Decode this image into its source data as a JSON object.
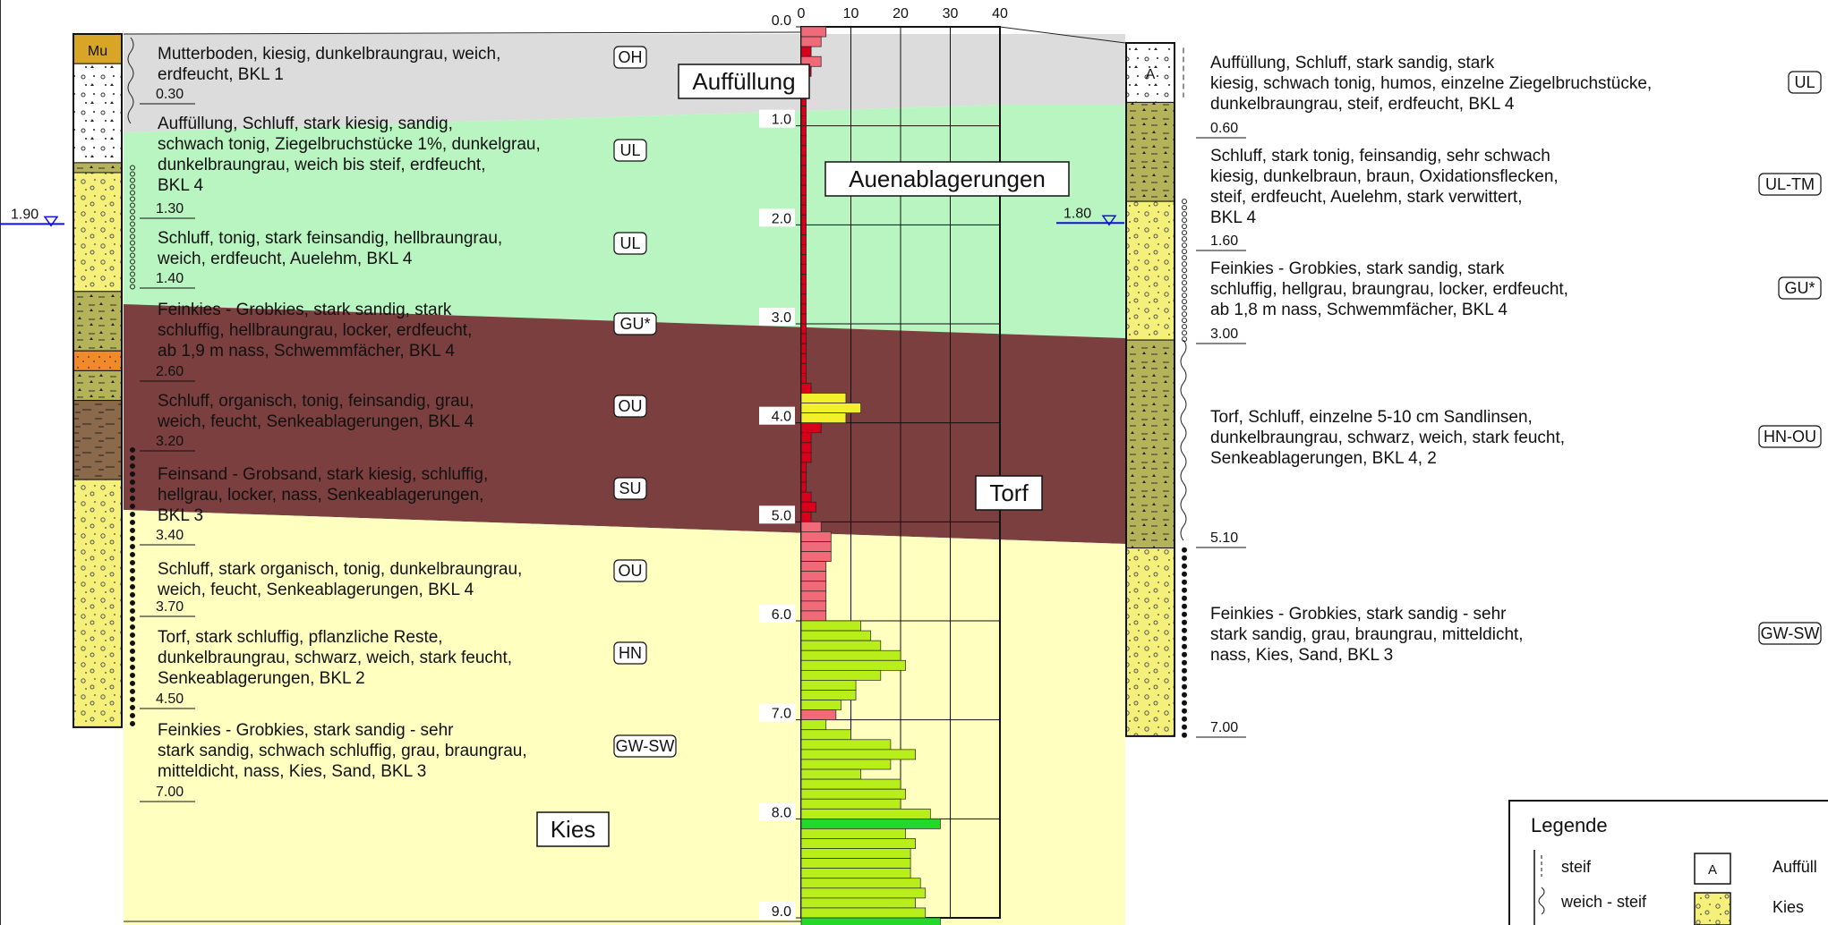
{
  "left_profile": {
    "water_level": "1.90",
    "log_symbol": "Mu",
    "layers": [
      {
        "lines": [
          "Mutterboden, kiesig, dunkelbraungrau, weich,",
          "erdfeucht, BKL 1"
        ],
        "code": "OH",
        "depth": "0.30"
      },
      {
        "lines": [
          "Auffüllung, Schluff, stark kiesig, sandig,",
          "schwach tonig, Ziegelbruchstücke 1%, dunkelgrau,",
          "dunkelbraungrau, weich bis steif, erdfeucht,",
          "BKL 4"
        ],
        "code": "UL",
        "depth": "1.30"
      },
      {
        "lines": [
          "Schluff, tonig, stark feinsandig, hellbraungrau,",
          "weich, erdfeucht, Auelehm, BKL 4"
        ],
        "code": "UL",
        "depth": "1.40"
      },
      {
        "lines": [
          "Feinkies - Grobkies, stark sandig, stark",
          "schluffig, hellbraungrau, locker, erdfeucht,",
          "ab 1,9 m nass, Schwemmfächer, BKL 4"
        ],
        "code": "GU*",
        "depth": "2.60"
      },
      {
        "lines": [
          "Schluff, organisch, tonig, feinsandig, grau,",
          "weich, feucht, Senkeablagerungen, BKL 4"
        ],
        "code": "OU",
        "depth": "3.20"
      },
      {
        "lines": [
          "Feinsand - Grobsand, stark kiesig, schluffig,",
          "hellgrau, locker, nass, Senkeablagerungen,",
          "BKL 3"
        ],
        "code": "SU",
        "depth": "3.40"
      },
      {
        "lines": [
          "Schluff, stark organisch, tonig, dunkelbraungrau,",
          "weich, feucht, Senkeablagerungen, BKL 4"
        ],
        "code": "OU",
        "depth": "3.70"
      },
      {
        "lines": [
          "Torf, stark schluffig, pflanzliche Reste,",
          "dunkelbraungrau, schwarz, weich, stark feucht,",
          "Senkeablagerungen, BKL 2"
        ],
        "code": "HN",
        "depth": "4.50"
      },
      {
        "lines": [
          "Feinkies - Grobkies, stark sandig - sehr",
          "stark sandig, schwach schluffig, grau, braungrau,",
          "mitteldicht, nass, Kies, Sand, BKL 3"
        ],
        "code": "GW-SW",
        "depth": "7.00"
      }
    ]
  },
  "right_profile": {
    "water_level": "1.80",
    "log_symbol": "A",
    "layers": [
      {
        "lines": [
          "Auffüllung, Schluff, stark sandig, stark",
          "kiesig, schwach tonig, humos, einzelne Ziegelbruchstücke,",
          "dunkelbraungrau, steif, erdfeucht, BKL 4"
        ],
        "code": "UL",
        "depth": "0.60"
      },
      {
        "lines": [
          "Schluff, stark tonig, feinsandig, sehr schwach",
          "kiesig, dunkelbraun, braun, Oxidationsflecken,",
          "steif, erdfeucht, Auelehm, stark verwittert,",
          "BKL 4"
        ],
        "code": "UL-TM",
        "depth": "1.60"
      },
      {
        "lines": [
          "Feinkies - Grobkies, stark sandig, stark",
          "schluffig, hellgrau, braungrau, locker, erdfeucht,",
          "ab 1,8 m nass, Schwemmfächer, BKL 4"
        ],
        "code": "GU*",
        "depth": "3.00"
      },
      {
        "lines": [
          "Torf, Schluff, einzelne 5-10 cm Sandlinsen,",
          "dunkelbraungrau, schwarz, weich, stark feucht,",
          "Senkeablagerungen, BKL 4, 2"
        ],
        "code": "HN-OU",
        "depth": "5.10"
      },
      {
        "lines": [
          "Feinkies - Grobkies, stark sandig - sehr",
          "stark sandig, grau, braungrau, mitteldicht,",
          "nass, Kies, Sand, BKL 3"
        ],
        "code": "GW-SW",
        "depth": "7.00"
      }
    ]
  },
  "zones": {
    "fill": "Auffüllung",
    "floodplain": "Auenablagerungen",
    "peat": "Torf",
    "gravel": "Kies"
  },
  "colors": {
    "fill_zone": "#dcdcdc",
    "floodplain_zone": "#b8f5c0",
    "peat_zone": "#7b3f3f",
    "gravel_zone": "#ffffc0",
    "water": "#1010e0"
  },
  "chart_data": {
    "type": "bar",
    "orientation": "horizontal",
    "x_ticks": [
      "0",
      "10",
      "20",
      "30",
      "40"
    ],
    "y_ticks": [
      "0.0",
      "1.0",
      "2.0",
      "3.0",
      "4.0",
      "5.0",
      "6.0",
      "7.0",
      "8.0",
      "9.0"
    ],
    "xlim": [
      0,
      40
    ],
    "ylim": [
      0,
      9
    ],
    "step_depth": 0.1,
    "values": [
      5,
      4,
      2,
      4,
      2,
      1,
      1,
      1,
      1,
      1,
      1,
      1,
      1,
      1,
      1,
      1,
      1,
      1,
      1,
      1,
      1,
      1,
      1,
      1,
      1,
      1,
      1,
      1,
      1,
      1,
      1,
      1,
      1,
      1,
      1,
      1,
      2,
      9,
      12,
      9,
      4,
      2,
      2,
      2,
      1,
      1,
      1,
      2,
      3,
      2,
      4,
      6,
      6,
      6,
      5,
      5,
      5,
      5,
      5,
      5,
      12,
      14,
      16,
      20,
      21,
      16,
      11,
      11,
      8,
      7,
      5,
      10,
      18,
      23,
      18,
      12,
      20,
      21,
      20,
      26,
      28,
      21,
      23,
      22,
      22,
      22,
      24,
      25,
      23,
      25,
      28
    ],
    "soft_band": [
      6.9,
      7.0
    ]
  },
  "legend": {
    "title": "Legende",
    "items": [
      {
        "label": "steif"
      },
      {
        "label": "weich - steif"
      }
    ],
    "symbols": [
      {
        "box": "A",
        "label": "Auffüll"
      },
      {
        "box": "",
        "label": "Kies"
      }
    ]
  }
}
